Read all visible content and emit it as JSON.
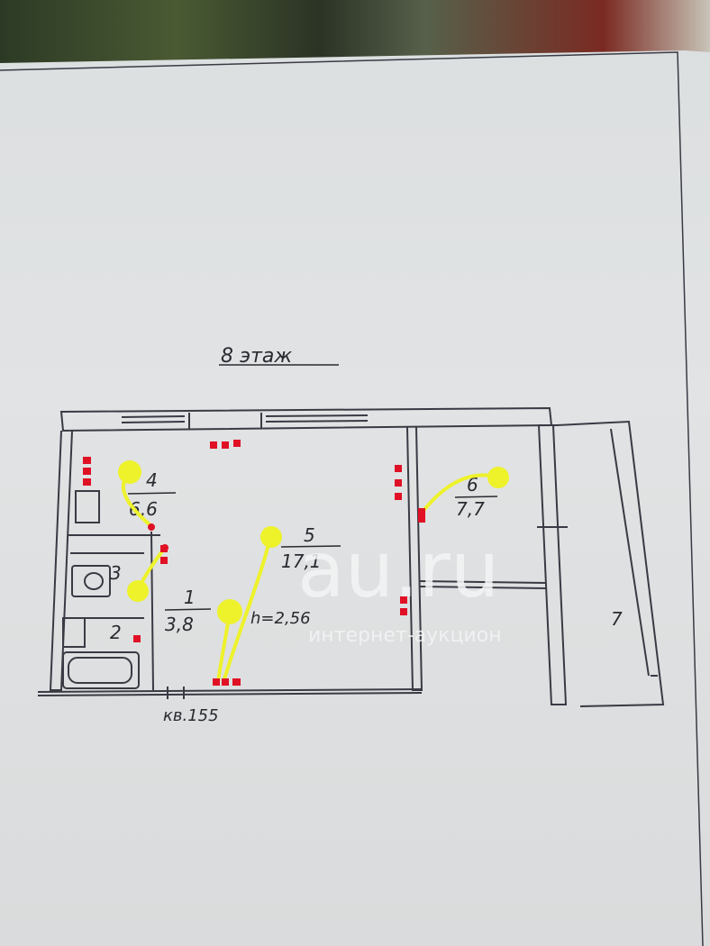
{
  "title": "8 этаж",
  "apartment_label": "кв.155",
  "ceiling_height": "h=2,56",
  "rooms": [
    {
      "number": "1",
      "area": "3,8"
    },
    {
      "number": "2",
      "area": ""
    },
    {
      "number": "3",
      "area": ""
    },
    {
      "number": "4",
      "area": "6,6"
    },
    {
      "number": "5",
      "area": "17,1"
    },
    {
      "number": "6",
      "area": "7,7"
    },
    {
      "number": "7",
      "area": ""
    }
  ],
  "watermark": {
    "brand": "au.ru",
    "subtitle": "интернет-аукцион"
  },
  "colors": {
    "markers_yellow": "#eef22a",
    "sockets_red": "#e01025",
    "lines": "#3a3a44"
  }
}
